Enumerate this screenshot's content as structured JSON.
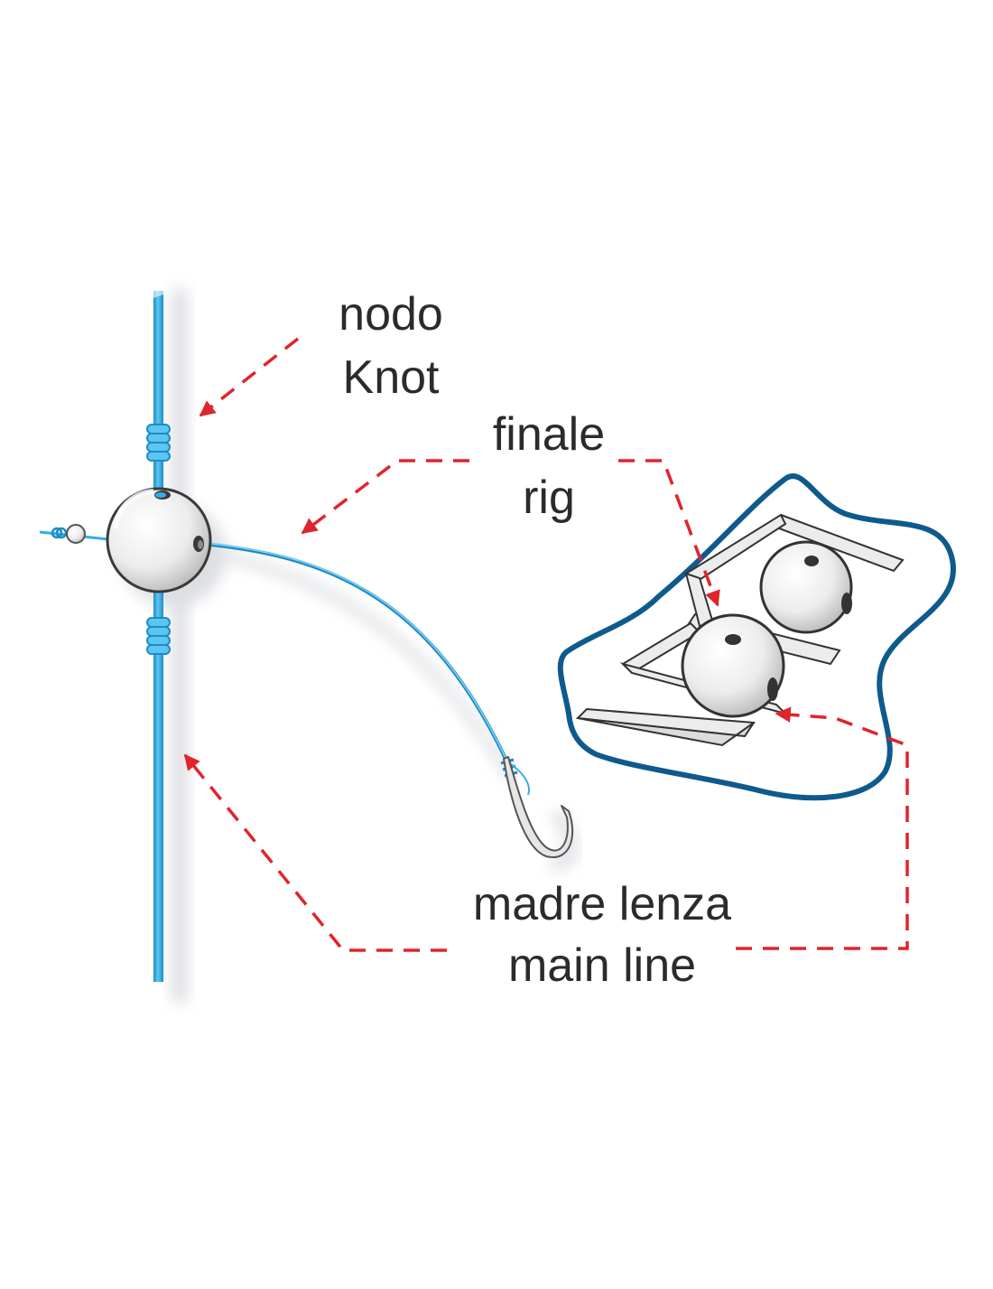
{
  "labels": {
    "knot_it": "nodo",
    "knot_en": "Knot",
    "rig_it": "finale",
    "rig_en": "rig",
    "mainline_it": "madre lenza",
    "mainline_en": "main line"
  },
  "colors": {
    "line": "#33aee6",
    "line_dark": "#1e8cc4",
    "arrow": "#e0242b",
    "outline": "#0f5a8c",
    "shadow": "#d9dbe0",
    "bead": "#f1f1f1"
  },
  "icons": [
    "fishing-hook-icon",
    "stop-bead-icon",
    "bead-holder-icon"
  ]
}
